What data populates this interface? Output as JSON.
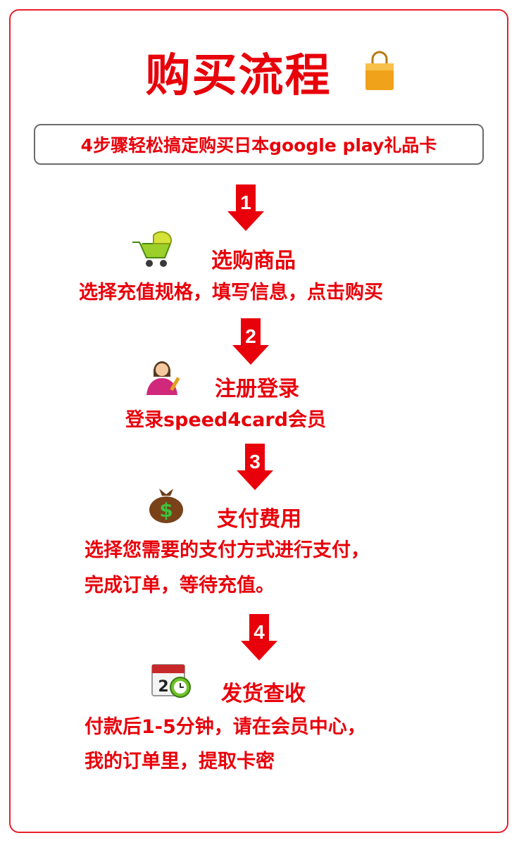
{
  "title": "购买流程",
  "subtitle": "4步骤轻松搞定购买日本google play礼品卡",
  "colors": {
    "accent": "#e8000a",
    "frame": "#e8202a"
  },
  "steps": [
    {
      "number": "1",
      "icon": "shopping-cart-icon",
      "heading": "选购商品",
      "desc": [
        "选择充值规格，填写信息，点击购买"
      ]
    },
    {
      "number": "2",
      "icon": "user-avatar-icon",
      "heading": "注册登录",
      "desc": [
        "登录speed4card会员"
      ]
    },
    {
      "number": "3",
      "icon": "money-bag-icon",
      "heading": "支付费用",
      "desc": [
        "选择您需要的支付方式进行支付，",
        "完成订单，等待充值。"
      ]
    },
    {
      "number": "4",
      "icon": "calendar-clock-icon",
      "heading": "发货查收",
      "desc": [
        "付款后1-5分钟，请在会员中心，",
        "我的订单里，提取卡密"
      ]
    }
  ]
}
